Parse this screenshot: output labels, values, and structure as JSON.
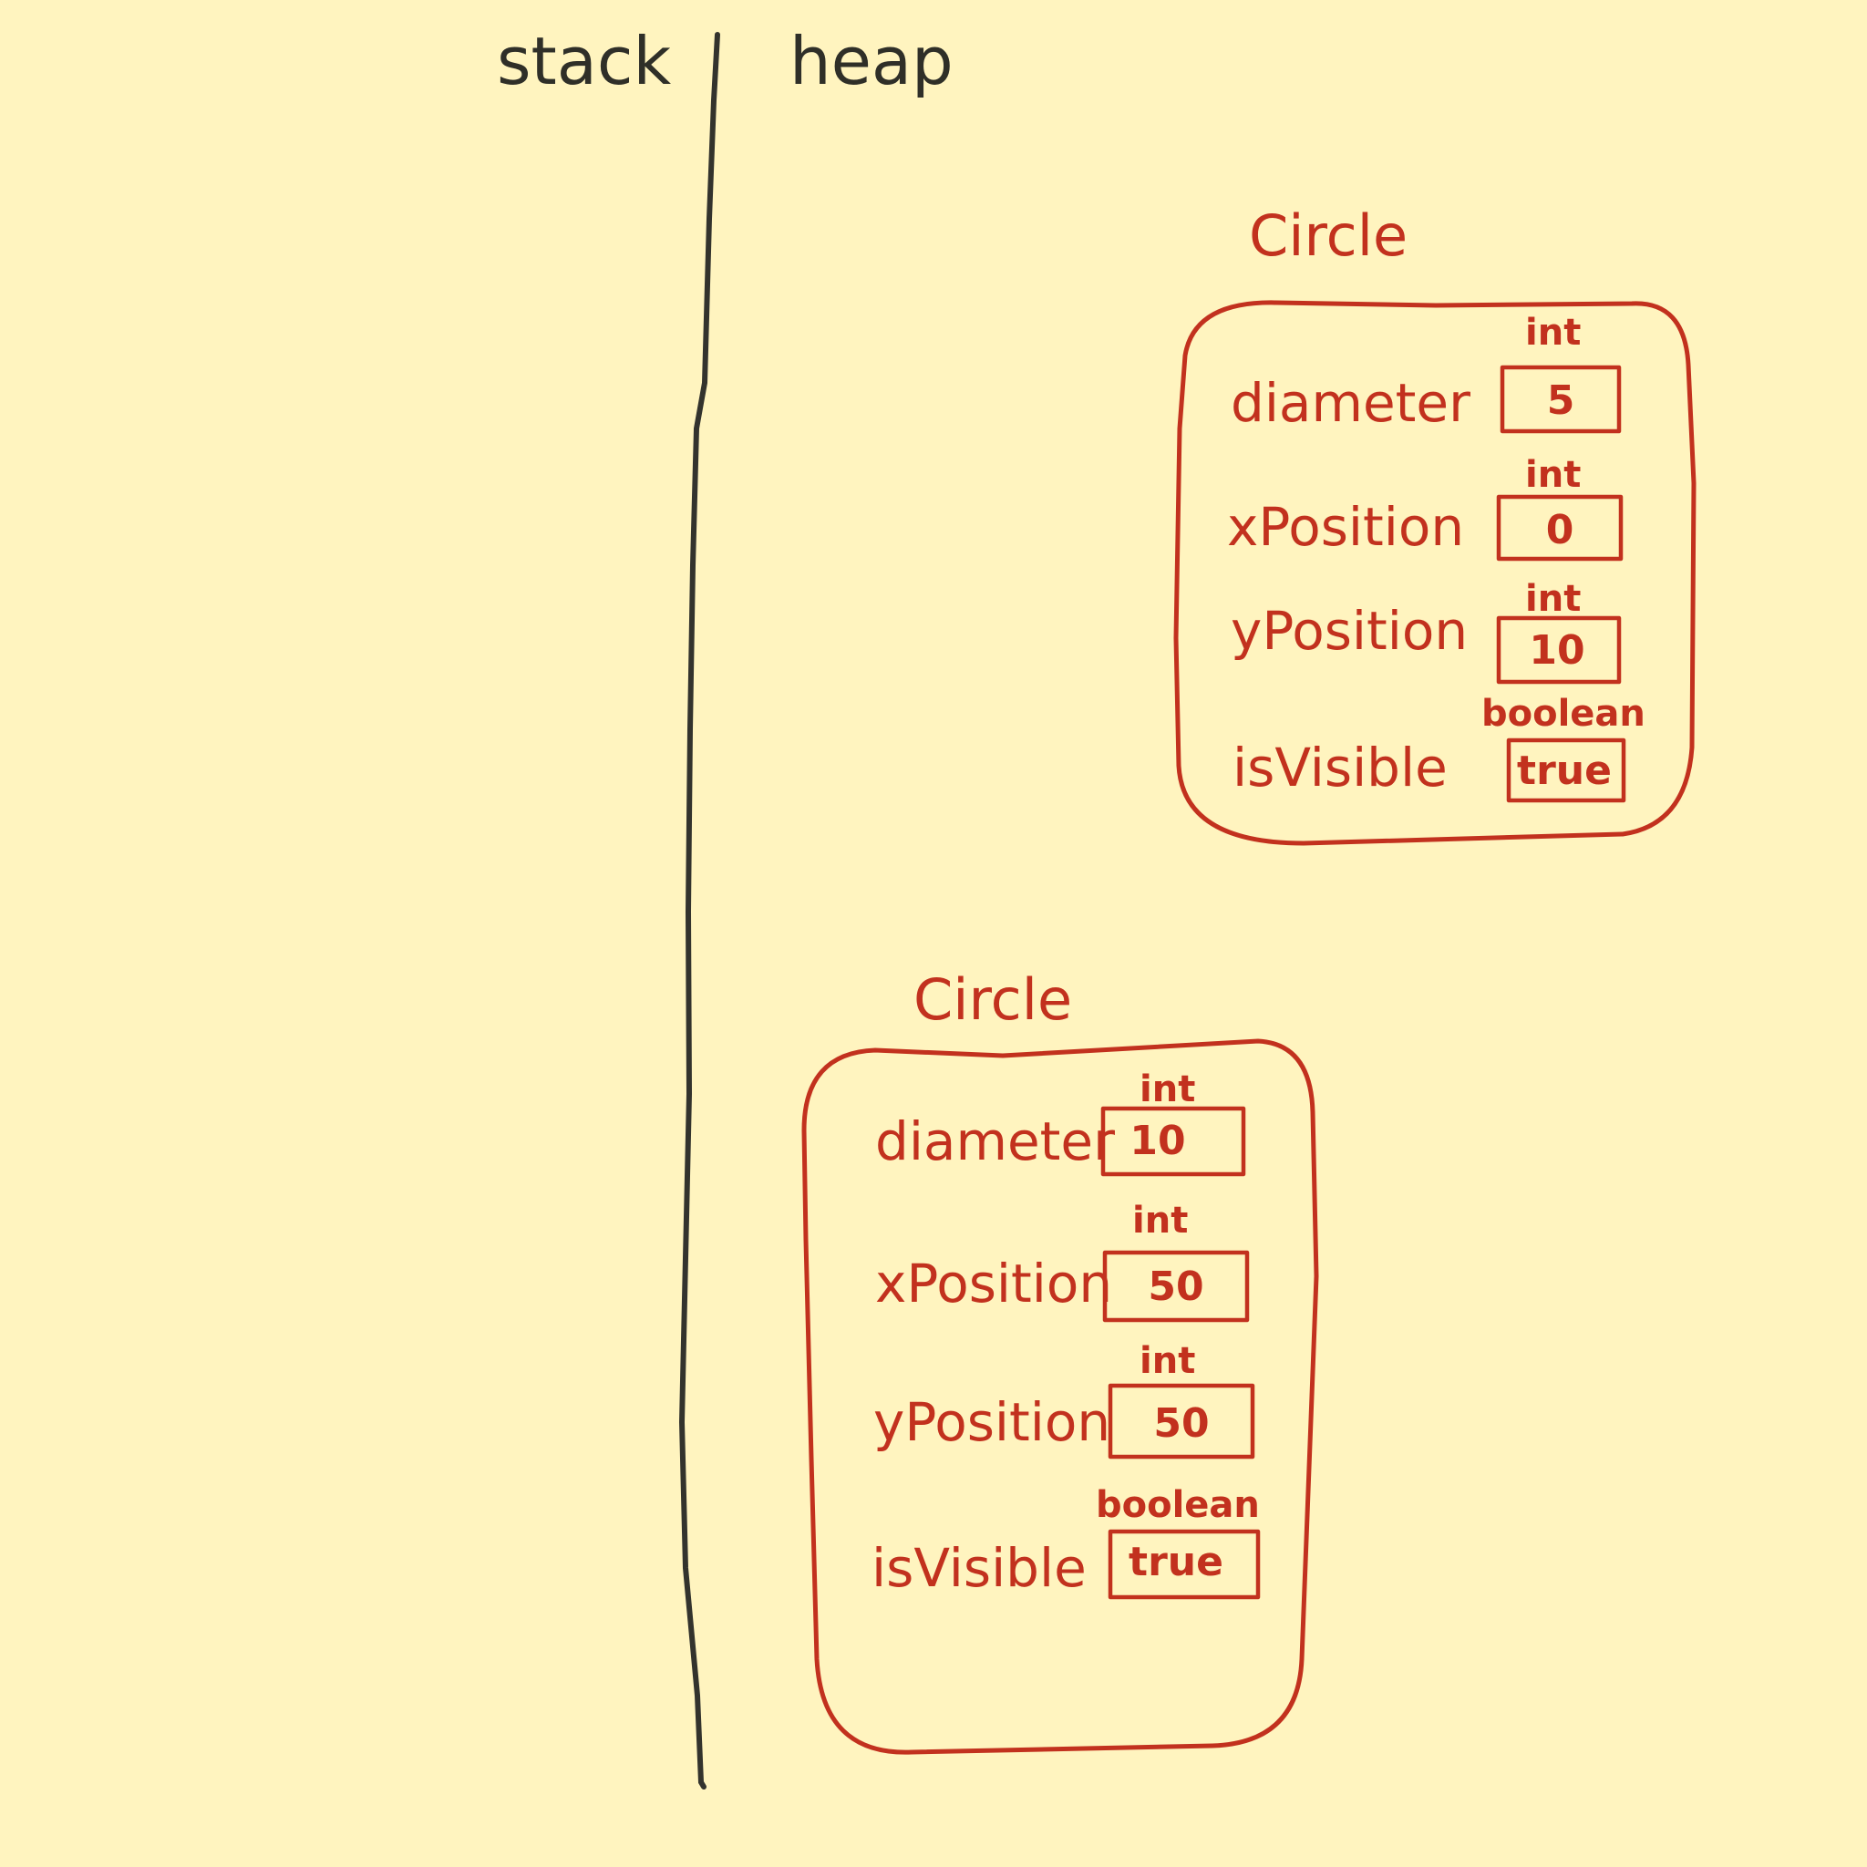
{
  "sections": {
    "stack_label": "stack",
    "heap_label": "heap"
  },
  "objects": [
    {
      "class_name": "Circle",
      "fields": [
        {
          "name": "diameter",
          "type": "int",
          "value": "5"
        },
        {
          "name": "xPosition",
          "type": "int",
          "value": "0"
        },
        {
          "name": "yPosition",
          "type": "int",
          "value": "10"
        },
        {
          "name": "isVisible",
          "type": "boolean",
          "value": "true"
        }
      ]
    },
    {
      "class_name": "Circle",
      "fields": [
        {
          "name": "diameter",
          "type": "int",
          "value": "10"
        },
        {
          "name": "xPosition",
          "type": "int",
          "value": "50"
        },
        {
          "name": "yPosition",
          "type": "int",
          "value": "50"
        },
        {
          "name": "isVisible",
          "type": "boolean",
          "value": "true"
        }
      ]
    }
  ],
  "colors": {
    "background": "#fff4bf",
    "ink_dark": "#33332d",
    "ink_red": "#c2311e"
  }
}
